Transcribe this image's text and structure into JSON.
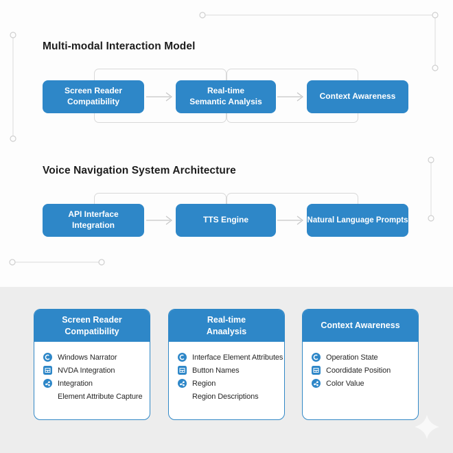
{
  "accent": "#2e87c8",
  "sections": {
    "model": {
      "title": "Multi-modal Interaction Model",
      "nodes": [
        {
          "line1": "Screen Reader",
          "line2": "Compatibility"
        },
        {
          "line1": "Real-time",
          "line2": "Semantic Analysis"
        },
        {
          "line1": "Context Awareness",
          "line2": ""
        }
      ]
    },
    "voice": {
      "title": "Voice Navigation System Architecture",
      "nodes": [
        {
          "line1": "API Interface",
          "line2": "Integration"
        },
        {
          "line1": "TTS Engine",
          "line2": ""
        },
        {
          "line1": "Natural Language Prompts",
          "line2": ""
        }
      ]
    }
  },
  "cards": [
    {
      "title_line1": "Screen Reader",
      "title_line2": "Compatibility",
      "items": [
        {
          "icon": "sync-icon",
          "label": "Windows Narrator"
        },
        {
          "icon": "table-icon",
          "label": "NVDA Integration"
        },
        {
          "icon": "share-icon",
          "label": "Integration"
        },
        {
          "icon": "",
          "label": "Element Attribute Capture"
        }
      ]
    },
    {
      "title_line1": "Real-time",
      "title_line2": "Anaalysis",
      "items": [
        {
          "icon": "sync-icon",
          "label": "Interface Element Attributes"
        },
        {
          "icon": "table-icon",
          "label": "Button Names"
        },
        {
          "icon": "share-icon",
          "label": "Region"
        },
        {
          "icon": "",
          "label": "Region Descriptions"
        }
      ]
    },
    {
      "title_line1": "Context Awareness",
      "title_line2": "",
      "items": [
        {
          "icon": "sync-icon",
          "label": "Operation State"
        },
        {
          "icon": "table-icon",
          "label": "Coordidate Position"
        },
        {
          "icon": "share-icon",
          "label": "Color Value"
        }
      ]
    }
  ]
}
